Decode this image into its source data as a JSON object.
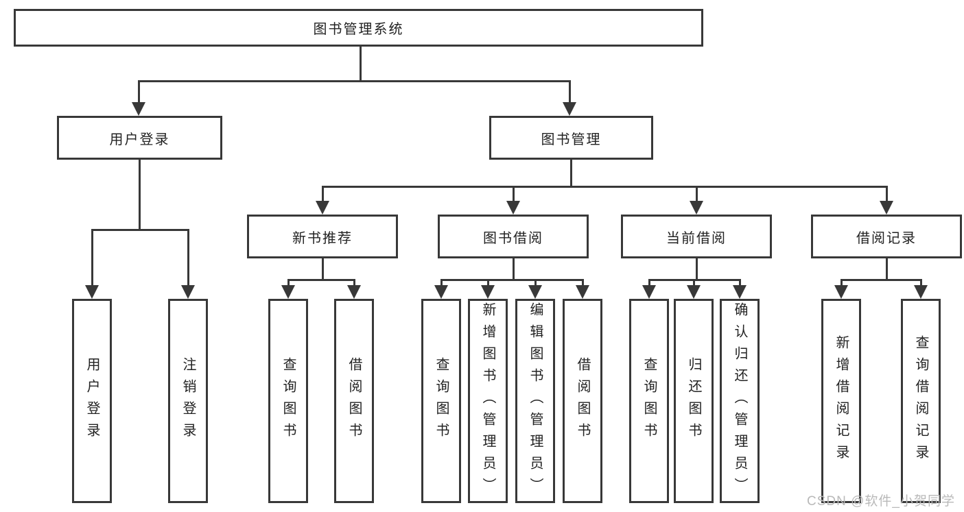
{
  "tree": {
    "label": "图书管理系统",
    "children": [
      {
        "label": "用户登录",
        "children": [
          "用户登录",
          "注销登录"
        ]
      },
      {
        "label": "图书管理",
        "children": [
          {
            "label": "新书推荐",
            "children": [
              "查询图书",
              "借阅图书"
            ]
          },
          {
            "label": "图书借阅",
            "children": [
              "查询图书",
              "新增图书（管理员）",
              "编辑图书（管理员）",
              "借阅图书"
            ]
          },
          {
            "label": "当前借阅",
            "children": [
              "查询图书",
              "归还图书",
              "确认归还（管理员）"
            ]
          },
          {
            "label": "借阅记录",
            "children": [
              "新增借阅记录",
              "查询借阅记录"
            ]
          }
        ]
      }
    ]
  },
  "watermark": {
    "text": "CSDN @软件_小贺同学"
  },
  "colors": {
    "line": "#383838",
    "text": "#222222",
    "background": "#ffffff",
    "watermark": "#b9b9b9"
  }
}
